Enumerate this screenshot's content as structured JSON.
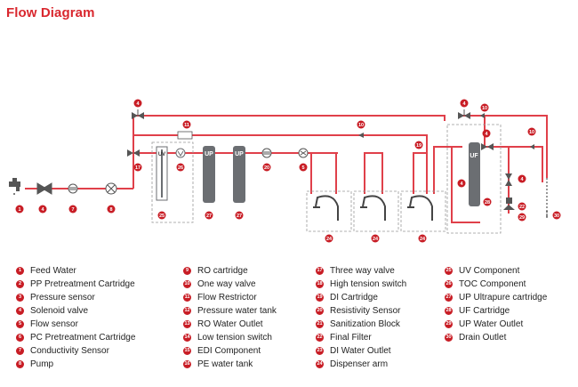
{
  "title": "Flow Diagram",
  "colors": {
    "accent": "#d9272e",
    "pipe": "#e0404a",
    "badge": "#c81d25",
    "component": "#6b6e72",
    "dashed_box": "#999999"
  },
  "diagram": {
    "labels": {
      "uv": "UV",
      "up1": "UP",
      "up2": "UP",
      "uf": "UF"
    },
    "badges": {
      "feed": "1",
      "pp": "4",
      "cond": "7",
      "pump": "8",
      "flow_left": "17",
      "ro_uv": "25",
      "uv_toc": "26",
      "up1": "27",
      "up2": "27",
      "pe_inline": "20",
      "solenoid_mid": "5",
      "restrictor": "11",
      "oneway_top": "10",
      "solenoid_top": "4",
      "hts": "19",
      "solenoid_right_top": "4",
      "oneway_right_top": "10",
      "oneway_far": "10",
      "uf_sol": "4",
      "uf_vert": "4",
      "uf": "28",
      "right_valve": "4",
      "fitting": "22",
      "up_outlet": "29",
      "dispenser1": "24",
      "dispenser2": "24",
      "dispenser3": "24",
      "drain": "30"
    }
  },
  "legend": {
    "col1": [
      {
        "num": "1",
        "text": "Feed Water"
      },
      {
        "num": "2",
        "text": "PP Pretreatment Cartridge"
      },
      {
        "num": "3",
        "text": "Pressure sensor"
      },
      {
        "num": "4",
        "text": "Solenoid valve"
      },
      {
        "num": "5",
        "text": "Flow sensor"
      },
      {
        "num": "6",
        "text": "PC Pretreatment Cartridge"
      },
      {
        "num": "7",
        "text": "Conductivity Sensor"
      },
      {
        "num": "8",
        "text": "Pump"
      }
    ],
    "col2": [
      {
        "num": "9",
        "text": "RO cartridge"
      },
      {
        "num": "10",
        "text": "One way valve"
      },
      {
        "num": "11",
        "text": "Flow Restrictor"
      },
      {
        "num": "12",
        "text": "Pressure water tank"
      },
      {
        "num": "13",
        "text": "RO Water Outlet"
      },
      {
        "num": "14",
        "text": "Low tension switch"
      },
      {
        "num": "15",
        "text": "EDI Component"
      },
      {
        "num": "16",
        "text": "PE water tank"
      }
    ],
    "col3": [
      {
        "num": "17",
        "text": "Three way valve"
      },
      {
        "num": "18",
        "text": "High tension switch"
      },
      {
        "num": "19",
        "text": "DI Cartridge"
      },
      {
        "num": "20",
        "text": "Resistivity Sensor"
      },
      {
        "num": "21",
        "text": "Sanitization Block"
      },
      {
        "num": "22",
        "text": "Final Filter"
      },
      {
        "num": "23",
        "text": "DI Water Outlet"
      },
      {
        "num": "24",
        "text": "Dispenser arm"
      }
    ],
    "col4": [
      {
        "num": "25",
        "text": "UV Component"
      },
      {
        "num": "26",
        "text": "TOC Component"
      },
      {
        "num": "27",
        "text": "UP Ultrapure cartridge"
      },
      {
        "num": "28",
        "text": "UF Cartridge"
      },
      {
        "num": "29",
        "text": "UP Water Outlet"
      },
      {
        "num": "30",
        "text": "Drain Outlet"
      }
    ]
  }
}
